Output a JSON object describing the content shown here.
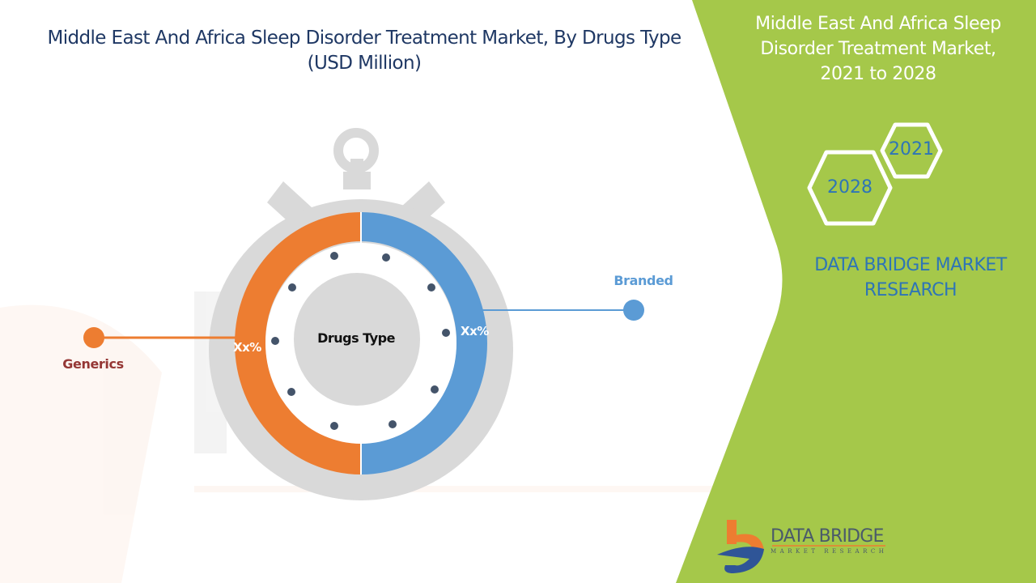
{
  "header": {
    "title_line1": "Middle East And Africa Sleep Disorder Treatment Market, By Drugs Type",
    "title_line2": "(USD Million)"
  },
  "side_panel": {
    "title_line1": "Middle East And Africa Sleep",
    "title_line2": "Disorder Treatment Market,",
    "title_line3": "2021 to 2028",
    "hex_years": [
      "2021",
      "2028"
    ],
    "brand_line1": "DATA BRIDGE MARKET",
    "brand_line2": "RESEARCH",
    "panel_color": "#a5c84a"
  },
  "logo": {
    "name": "DATA BRIDGE",
    "tagline": "MARKET RESEARCH"
  },
  "chart_data": {
    "type": "pie",
    "style": "donut (stopwatch infographic)",
    "title": "Middle East And Africa Sleep Disorder Treatment Market, By Drugs Type (USD Million)",
    "center_label": "Drugs Type",
    "categories": [
      "Generics",
      "Branded"
    ],
    "values_label": [
      "Xx%",
      "Xx%"
    ],
    "approx_share": [
      50,
      50
    ],
    "colors": [
      "#ed7d31",
      "#5b9bd5"
    ],
    "legend_position": "callouts left/right"
  },
  "legend": {
    "generics": {
      "label": "Generics",
      "value": "Xx%",
      "color": "#ed7d31",
      "text_color": "#953735"
    },
    "branded": {
      "label": "Branded",
      "value": "Xx%",
      "color": "#5b9bd5",
      "text_color": "#5b9bd5"
    }
  }
}
